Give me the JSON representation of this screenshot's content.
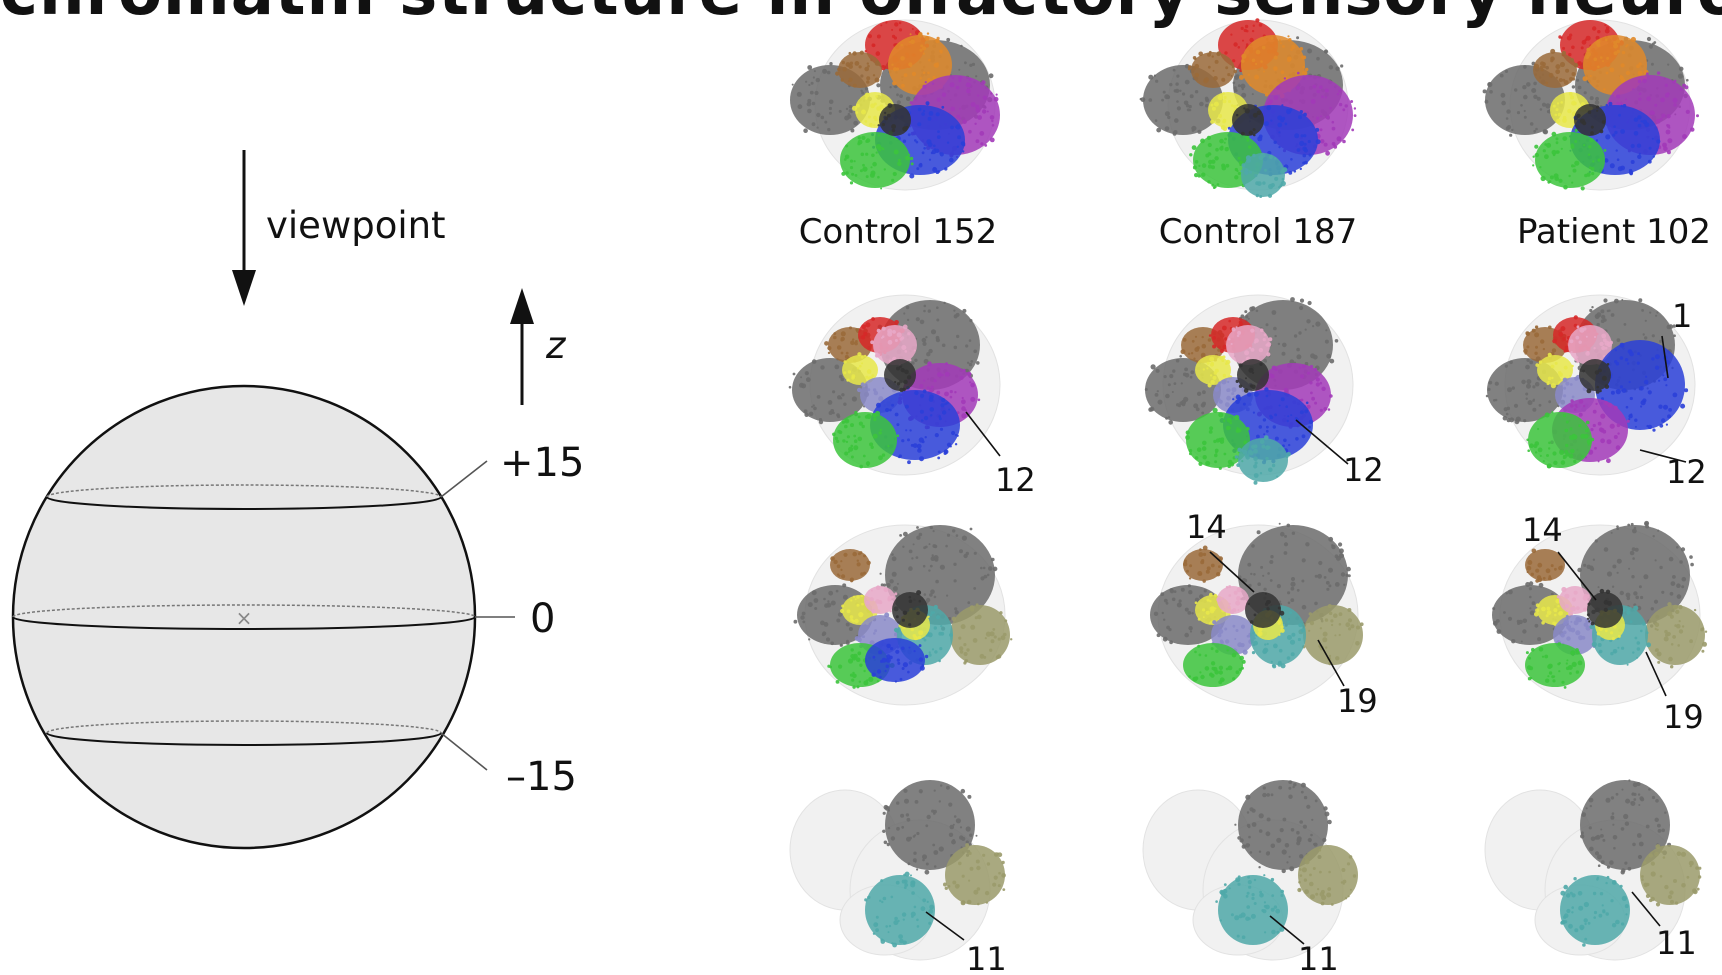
{
  "title": "chromatin structure in olfactory sensory neurons",
  "diagram": {
    "viewpoint_label": "viewpoint",
    "axis_label": "z",
    "slice_labels": [
      "+15",
      "0",
      "–15"
    ]
  },
  "columns": [
    "Control 152",
    "Control 187",
    "Patient 102"
  ],
  "callouts": {
    "r1": [
      "12",
      "12",
      "12",
      "1"
    ],
    "r2": [
      "14",
      "19",
      "14",
      "19"
    ],
    "r3": [
      "11",
      "11",
      "11"
    ]
  },
  "colors": {
    "sphere_fill": "#e7e7e7",
    "chr_gray": "#6b6b6b",
    "chr_red": "#d62828",
    "chr_orange": "#e08a2a",
    "chr_green": "#3cc43c",
    "chr_blue": "#2a3fd8",
    "chr_magenta": "#a23ab8",
    "chr_yellow": "#e8e84a",
    "chr_teal": "#4fa8a8",
    "chr_olive": "#9a9a6a",
    "chr_brown": "#9a6a3a",
    "chr_lavender": "#8a8ac8",
    "chr_pink": "#e8a8c8"
  }
}
